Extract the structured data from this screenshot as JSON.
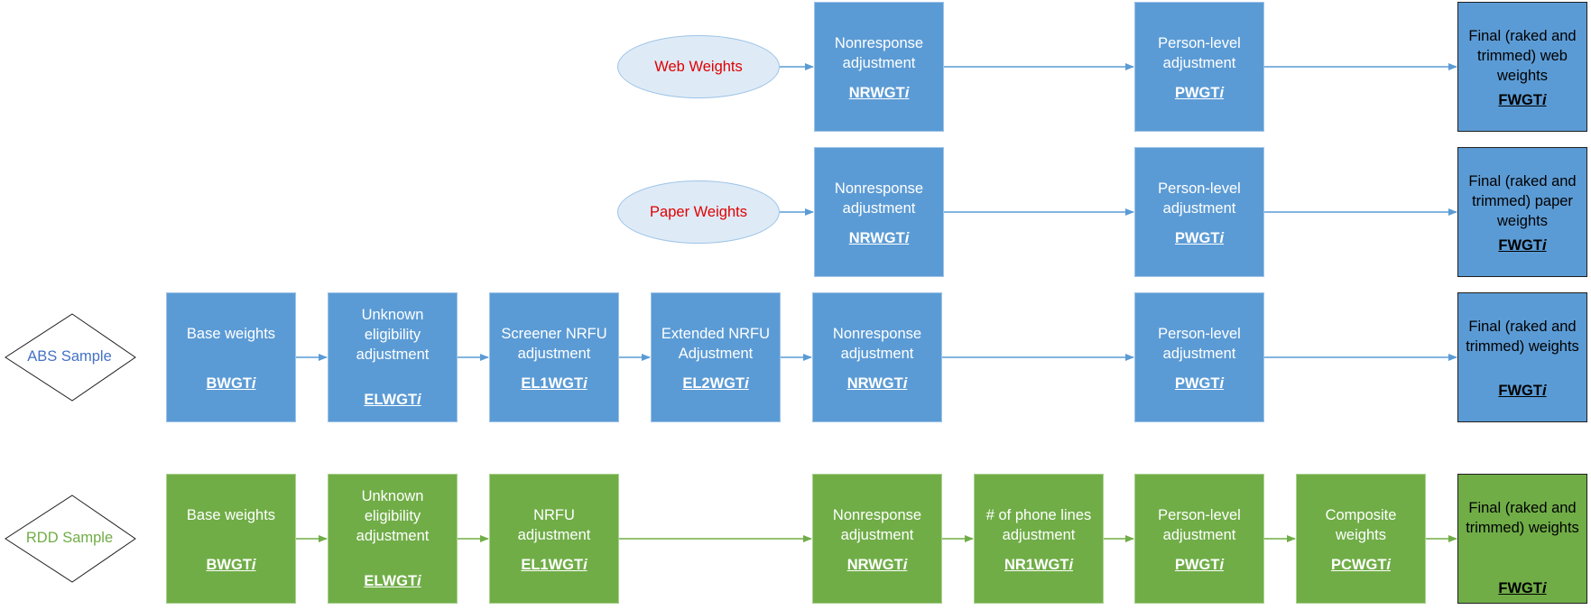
{
  "colors": {
    "blue_fill": "#5b9bd5",
    "green_fill": "#70ad47",
    "ellipse_fill": "#deebf7",
    "ellipse_text": "#e00000",
    "abs_text": "#4472c4",
    "rdd_text": "#70ad47",
    "blue_arrow": "#5b9bd5",
    "green_arrow": "#70ad47"
  },
  "web": {
    "label": "Web Weights",
    "nonresponse": {
      "label": "Nonresponse adjustment",
      "code": "NRWGT",
      "suffix": "i"
    },
    "person": {
      "label": "Person-level adjustment",
      "code": "PWGT",
      "suffix": "i"
    },
    "final": {
      "label": "Final (raked and trimmed) web weights",
      "code": "FWGT",
      "suffix": "i"
    }
  },
  "paper": {
    "label": "Paper Weights",
    "nonresponse": {
      "label": "Nonresponse adjustment",
      "code": "NRWGT",
      "suffix": "i"
    },
    "person": {
      "label": "Person-level adjustment",
      "code": "PWGT",
      "suffix": "i"
    },
    "final": {
      "label": "Final (raked and trimmed) paper weights",
      "code": "FWGT",
      "suffix": "i"
    }
  },
  "abs": {
    "label": "ABS Sample",
    "base": {
      "label": "Base weights",
      "code": "BWGT",
      "suffix": "i"
    },
    "unknown": {
      "label": "Unknown eligibility adjustment",
      "code": "ELWGT",
      "suffix": "i"
    },
    "screener": {
      "label": "Screener NRFU adjustment",
      "code": "EL1WGT",
      "suffix": "i"
    },
    "extended": {
      "label": "Extended NRFU Adjustment",
      "code": "EL2WGT",
      "suffix": "i"
    },
    "nonresponse": {
      "label": "Nonresponse adjustment",
      "code": "NRWGT",
      "suffix": "i"
    },
    "person": {
      "label": "Person-level adjustment",
      "code": "PWGT",
      "suffix": "i"
    },
    "final": {
      "label": "Final (raked and trimmed) weights",
      "code": "FWGT",
      "suffix": "i"
    }
  },
  "rdd": {
    "label": "RDD Sample",
    "base": {
      "label": "Base weights",
      "code": "BWGT",
      "suffix": "i"
    },
    "unknown": {
      "label": "Unknown eligibility adjustment",
      "code": "ELWGT",
      "suffix": "i"
    },
    "nrfu": {
      "label": "NRFU adjustment",
      "code": "EL1WGT",
      "suffix": "i"
    },
    "nonresponse": {
      "label": "Nonresponse adjustment",
      "code": "NRWGT",
      "suffix": "i"
    },
    "phonelines": {
      "label": "# of phone lines adjustment",
      "code": "NR1WGT",
      "suffix": "i"
    },
    "person": {
      "label": "Person-level adjustment",
      "code": "PWGT",
      "suffix": "i"
    },
    "composite": {
      "label": "Composite weights",
      "code": "PCWGT",
      "suffix": "i"
    },
    "final": {
      "label": "Final (raked and trimmed) weights",
      "code": "FWGT",
      "suffix": "i"
    }
  }
}
